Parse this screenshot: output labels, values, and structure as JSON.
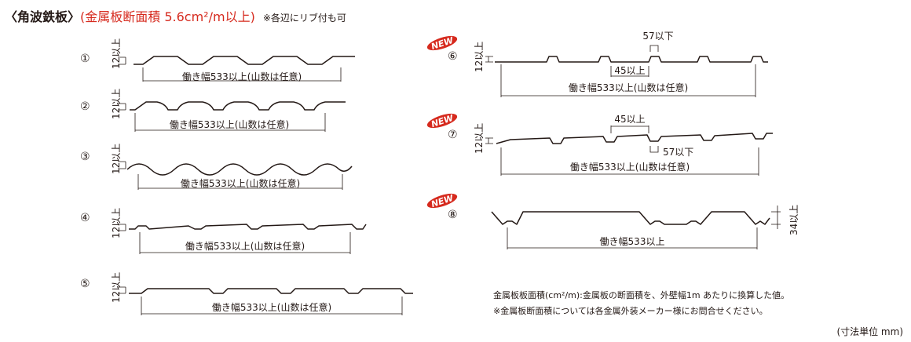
{
  "heading": {
    "title": "〈角波鉄板〉",
    "area": "(金属板断面積 5.6cm²/m以上)",
    "note": "※各辺にリブ付も可"
  },
  "profiles": [
    {
      "number": "①",
      "height_label": "12以上",
      "width_label": "働き幅533以上(山数は任意)"
    },
    {
      "number": "②",
      "height_label": "12以上",
      "width_label": "働き幅533以上(山数は任意)"
    },
    {
      "number": "③",
      "height_label": "12以上",
      "width_label": "働き幅533以上(山数は任意)"
    },
    {
      "number": "④",
      "height_label": "12以上",
      "width_label": "働き幅533以上(山数は任意)"
    },
    {
      "number": "⑤",
      "height_label": "12以上",
      "width_label": "働き幅533以上(山数は任意)"
    },
    {
      "number": "⑥",
      "height_label": "12以上",
      "width_label": "働き幅533以上(山数は任意)",
      "dim_a": "57以下",
      "dim_b": "45以上",
      "badge": "NEW"
    },
    {
      "number": "⑦",
      "height_label": "12以上",
      "width_label": "働き幅533以上(山数は任意)",
      "dim_a": "45以上",
      "dim_b": "57以下",
      "badge": "NEW"
    },
    {
      "number": "⑧",
      "height_label": "34以上",
      "width_label": "働き幅533以上",
      "badge": "NEW"
    }
  ],
  "footnotes": {
    "line1": "金属板板面積(cm²/m):金属板の断面積を、外壁幅1m あたりに換算した値。",
    "line2": "※金属板断面積については各金属外装メーカー様にお問合せください。"
  },
  "unit_note": "(寸法単位 mm)",
  "colors": {
    "line": "#231815",
    "accent": "#d62a1e"
  }
}
